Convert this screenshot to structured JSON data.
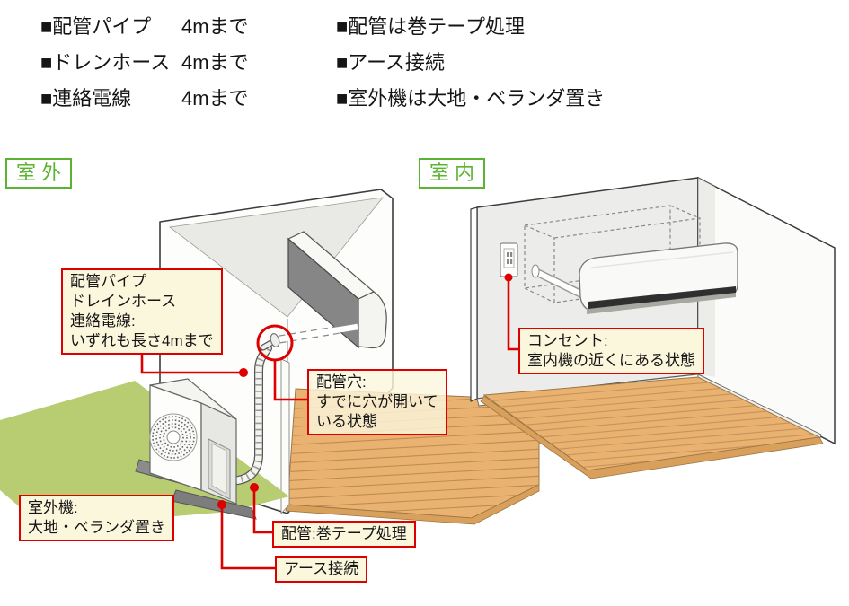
{
  "spec_list": {
    "left": [
      {
        "label": "■配管パイプ",
        "value": "4mまで"
      },
      {
        "label": "■ドレンホース",
        "value": "4mまで"
      },
      {
        "label": "■連絡電線",
        "value": "4mまで"
      }
    ],
    "right": [
      "■配管は巻テープ処理",
      "■アース接続",
      "■室外機は大地・ベランダ置き"
    ]
  },
  "section_labels": {
    "outdoor": "室外",
    "indoor": "室内"
  },
  "callouts": {
    "pipes": {
      "lines": [
        "配管パイプ",
        "ドレインホース",
        "連絡電線:",
        "いずれも長さ4mまで"
      ]
    },
    "hole": {
      "lines": [
        "配管穴:",
        "すでに穴が開いて",
        "いる状態"
      ]
    },
    "outdoor_unit": {
      "lines": [
        "室外機:",
        "大地・ベランダ置き"
      ]
    },
    "pipe_tape": {
      "lines": [
        "配管:巻テープ処理"
      ]
    },
    "earth": {
      "lines": [
        "アース接続"
      ]
    },
    "outlet": {
      "lines": [
        "コンセント:",
        "室内機の近くにある状態"
      ]
    }
  },
  "colors": {
    "accent_red": "#dd0000",
    "label_green": "#5bb431",
    "callout_bg": "#fbf7dd",
    "grass": "#b8cd72",
    "floor_wood": "#e9b271"
  }
}
